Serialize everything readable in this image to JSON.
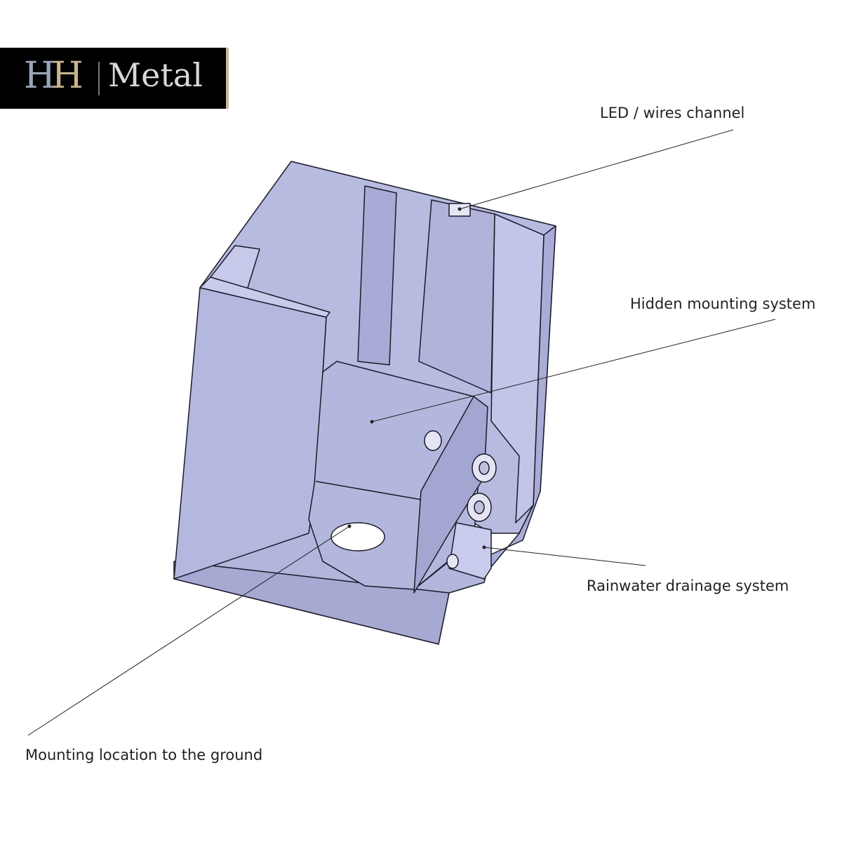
{
  "logo": {
    "mark": "HH",
    "text": "Metal"
  },
  "labels": {
    "led_channel": "LED / wires channel",
    "hidden_mounting": "Hidden mounting system",
    "rainwater_drainage": "Rainwater drainage system",
    "ground_mounting": "Mounting location to the ground"
  },
  "colors": {
    "body": "#b2b5dc",
    "edge": "#1a1a2a",
    "light": "#c8cbeb"
  }
}
